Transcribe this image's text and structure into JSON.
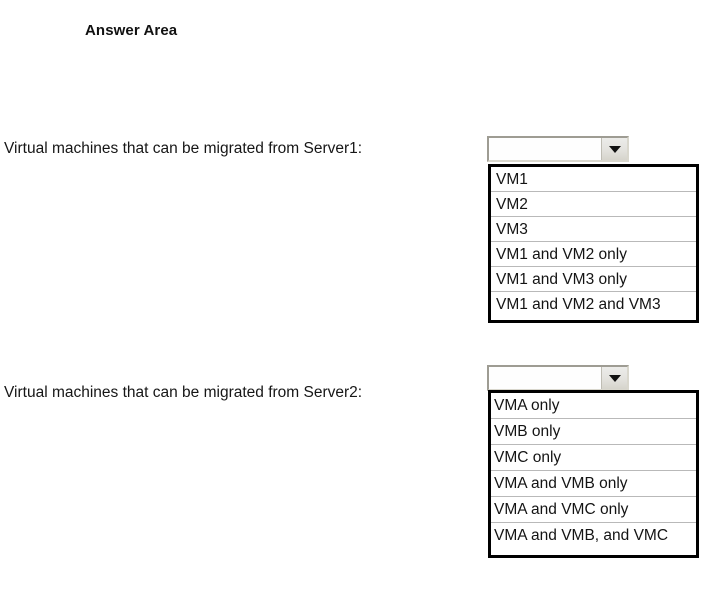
{
  "page": {
    "heading": "Answer Area"
  },
  "questions": [
    {
      "label": "Virtual machines that can be migrated from Server1:",
      "control": {
        "type": "combobox",
        "selected_value": "",
        "arrow_icon": "chevron-down-icon",
        "expanded": true
      },
      "options": [
        "VM1",
        "VM2",
        "VM3",
        "VM1 and VM2 only",
        "VM1 and VM3 only",
        "VM1 and VM2 and VM3"
      ]
    },
    {
      "label": "Virtual machines that can be migrated from Server2:",
      "control": {
        "type": "combobox",
        "selected_value": "",
        "arrow_icon": "chevron-down-icon",
        "expanded": true
      },
      "options": [
        "VMA only",
        "VMB only",
        "VMC only",
        "VMA and VMB only",
        "VMA and VMC only",
        "VMA and VMB, and VMC"
      ]
    }
  ],
  "colors": {
    "page_background": "#ffffff",
    "text": "#141414",
    "listbox_border": "#000000",
    "option_separator": "#b9b9b9",
    "combo_border_dark": "#9e9c93",
    "combo_border_light": "#d9d7cd",
    "combo_button_face": "#e3e2dd"
  }
}
